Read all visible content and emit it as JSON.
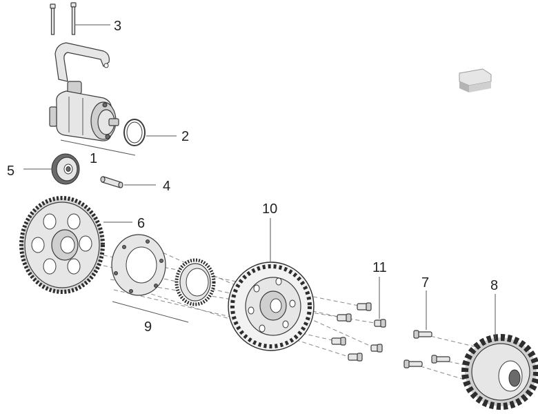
{
  "callouts": {
    "c1": "1",
    "c2": "2",
    "c3": "3",
    "c4": "4",
    "c5": "5",
    "c6": "6",
    "c7": "7",
    "c8": "8",
    "c9": "9",
    "c10": "10",
    "c11": "11"
  },
  "colors": {
    "line": "#555555",
    "metal": "#e6e6e6",
    "shadow": "#6a6a6a",
    "background": "#ffffff"
  },
  "icons": {
    "orientation": "front-arrow-icon"
  }
}
